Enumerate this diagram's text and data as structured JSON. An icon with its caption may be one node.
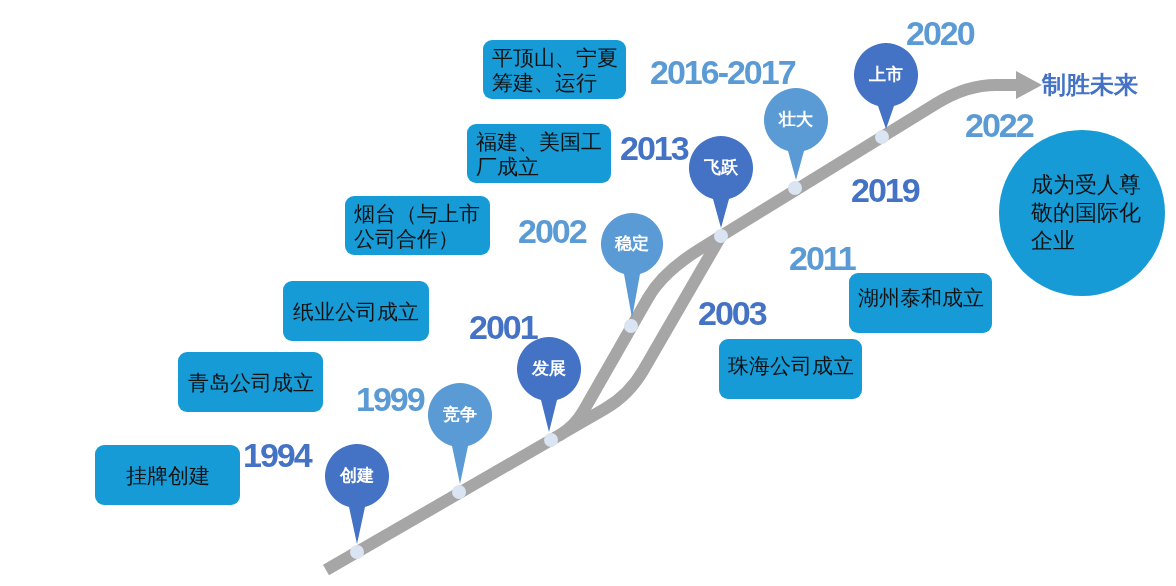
{
  "diagram": {
    "nodes": [
      {
        "text": [
          "平顶山、宁夏筹建、运行"
        ]
      },
      {
        "text": [
          "上市"
        ]
      },
      {
        "text": [
          "制胜未来"
        ]
      },
      {
        "text": [
          "壮大"
        ]
      },
      {
        "text": [
          "福建、美国工厂成立"
        ]
      },
      {
        "text": [
          "成为受人尊敬的国际化企业"
        ]
      },
      {
        "text": [
          "飞跃"
        ]
      },
      {
        "text": [
          "烟台（与上市公司合作）"
        ]
      },
      {
        "text": [
          "稳定"
        ]
      },
      {
        "text": [
          "湖州泰和成立"
        ]
      },
      {
        "text": [
          "纸业公司成立"
        ]
      },
      {
        "text": [
          "发展"
        ]
      },
      {
        "text": [
          "珠海公司成立"
        ]
      },
      {
        "text": [
          "青岛公司成立"
        ]
      },
      {
        "text": [
          "竞争"
        ]
      },
      {
        "text": [
          "挂牌创建"
        ]
      },
      {
        "text": [
          "创建"
        ]
      }
    ],
    "edges": [
      {
        "from": null,
        "to": 2,
        "arrow": "to"
      }
    ],
    "labels": [
      "2020",
      "2016-2017",
      "2022",
      "2013",
      "2019",
      "2002",
      "2011",
      "2003",
      "2001",
      "1999",
      "1994"
    ]
  }
}
